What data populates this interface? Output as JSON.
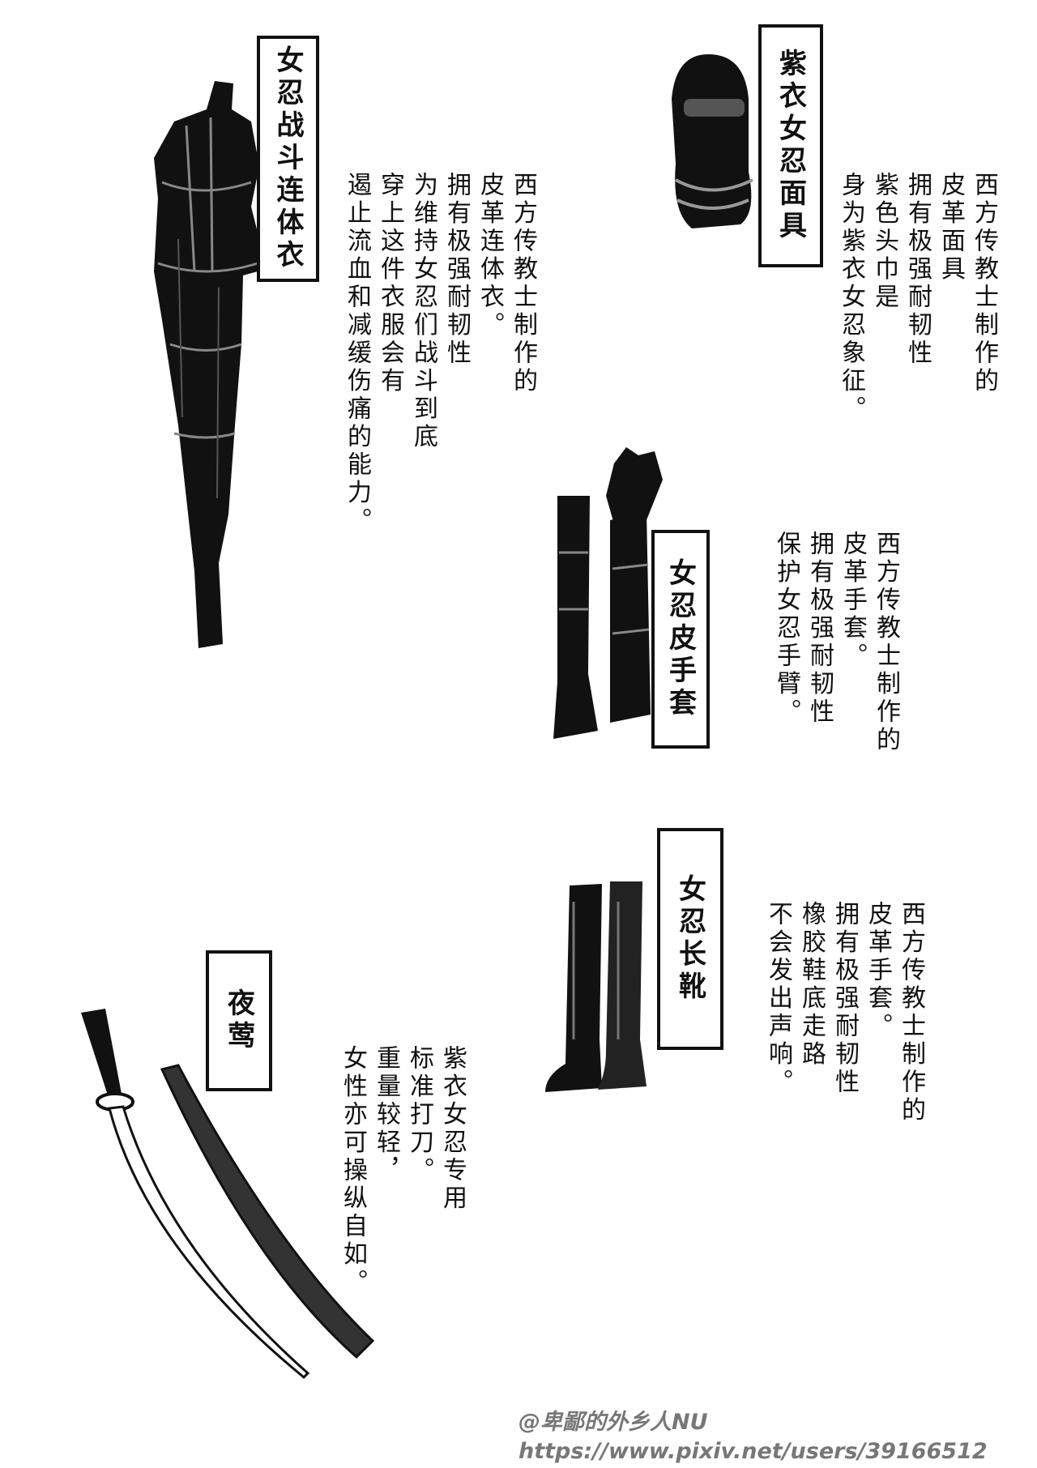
{
  "items": [
    {
      "title": "女忍战斗连体衣",
      "description": [
        "西方传教士制作的",
        "皮革连体衣。",
        "拥有极强耐韧性",
        "为维持女忍们战斗到底",
        "穿上这件衣服会有",
        "遏止流血和减缓伤痛的能力。"
      ]
    },
    {
      "title": "紫衣女忍面具",
      "description": [
        "西方传教士制作的",
        "皮革面具",
        "拥有极强耐韧性",
        "紫色头巾是",
        "身为紫衣女忍象征。"
      ]
    },
    {
      "title": "女忍皮手套",
      "description": [
        "西方传教士制作的",
        "皮革手套。",
        "拥有极强耐韧性",
        "保护女忍手臂。"
      ]
    },
    {
      "title": "女忍长靴",
      "description": [
        "西方传教士制作的",
        "皮革手套。",
        "拥有极强耐韧性",
        "橡胶鞋底走路",
        "不会发出声响。"
      ]
    },
    {
      "title": "夜莺",
      "description": [
        "紫衣女忍专用",
        "标准打刀。",
        "重量较轻，",
        "女性亦可操纵自如。"
      ]
    }
  ],
  "watermark": {
    "author": "@卑鄙的外乡人NU",
    "url": "https://www.pixiv.net/users/39166512"
  }
}
